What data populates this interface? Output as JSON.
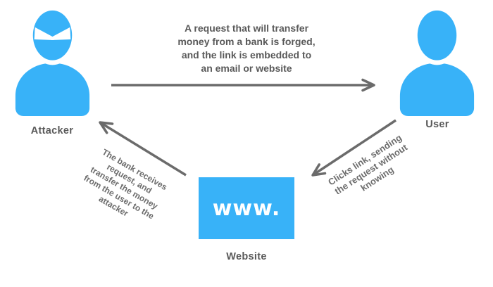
{
  "diagram_type": "csrf-attack-flow",
  "nodes": {
    "attacker": {
      "label": "Attacker"
    },
    "user": {
      "label": "User"
    },
    "website": {
      "label": "Website",
      "box_text": "www."
    }
  },
  "edges": {
    "attacker_to_user": {
      "from": "Attacker",
      "to": "User",
      "lines": [
        "A request that will transfer",
        "money from a bank is forged,",
        "and the link is embedded to",
        "an email or website"
      ]
    },
    "user_to_website": {
      "from": "User",
      "to": "Website",
      "lines": [
        "Clicks link, sending",
        "the request without",
        "knowing"
      ]
    },
    "website_to_attacker": {
      "from": "Website",
      "to": "Attacker",
      "lines": [
        "The bank receives",
        "request, and",
        "transfer the money",
        "from the user to the",
        "attacker"
      ]
    }
  },
  "colors": {
    "figure_blue": "#38b2f8",
    "arrow_gray": "#6b6b6b",
    "label_gray": "#595959",
    "edge_text_gray": "#6d6d6d",
    "website_text_white": "#ffffff"
  }
}
